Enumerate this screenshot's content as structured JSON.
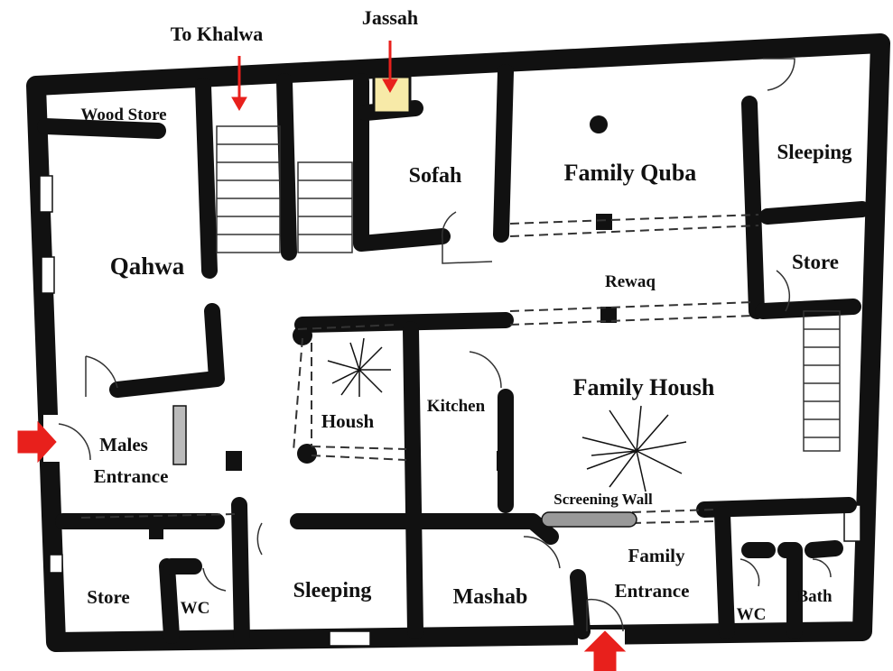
{
  "labels": {
    "to_khalwa": "To Khalwa",
    "jassah": "Jassah",
    "wood_store": "Wood Store",
    "sofah": "Sofah",
    "family_quba": "Family Quba",
    "sleeping_ne": "Sleeping",
    "qahwa": "Qahwa",
    "store_e": "Store",
    "rewaq": "Rewaq",
    "family_housh": "Family Housh",
    "kitchen": "Kitchen",
    "housh": "Housh",
    "males": "Males",
    "males_entrance": "Entrance",
    "screening_wall": "Screening Wall",
    "family": "Family",
    "family_entrance": "Entrance",
    "store_sw": "Store",
    "wc_w": "WC",
    "sleeping_s": "Sleeping",
    "mashab": "Mashab",
    "wc_e": "WC",
    "bath": "Bath"
  },
  "colors": {
    "wall": "#111111",
    "arrow": "#e8201c",
    "jassah_fill": "#f7eaa8",
    "screening_wall": "#999999"
  }
}
